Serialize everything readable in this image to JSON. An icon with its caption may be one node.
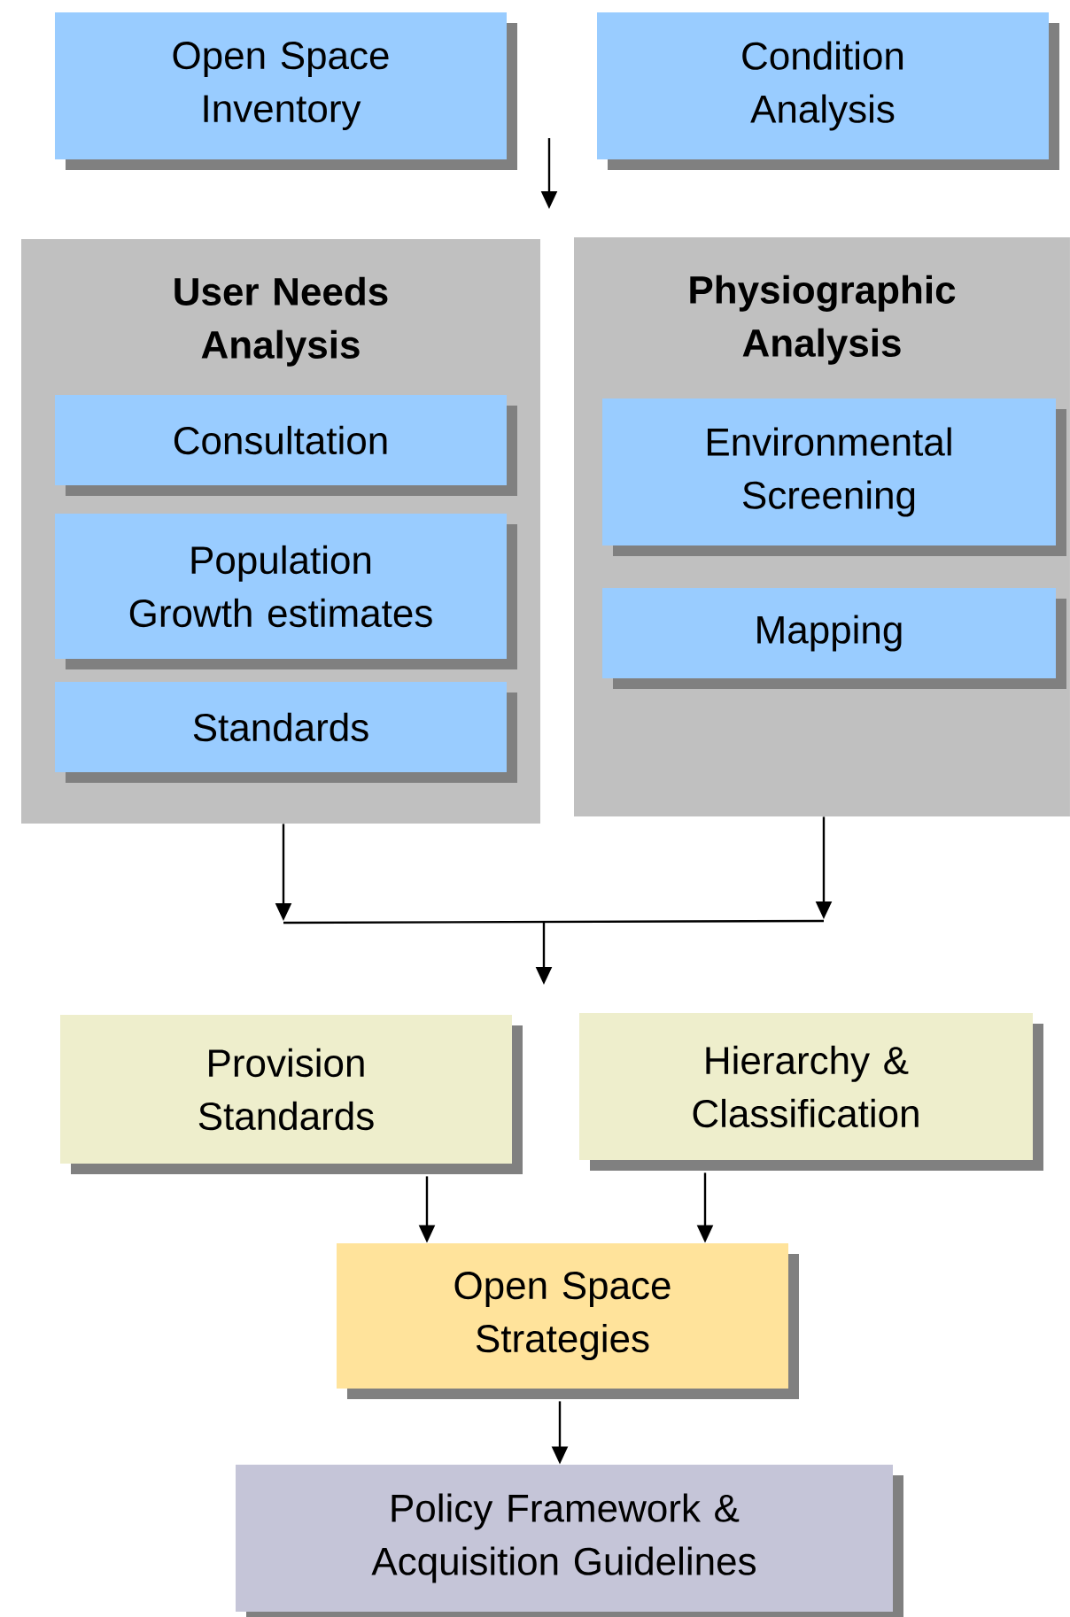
{
  "diagram": {
    "nodes": [
      {
        "text": [
          "Open Space Inventory"
        ]
      },
      {
        "text": [
          "Condition Analysis"
        ]
      },
      {
        "text": [
          "User Needs Analysis"
        ]
      },
      {
        "text": [
          "Consultation"
        ],
        "in": 2
      },
      {
        "text": [
          "Population Growth estimates"
        ],
        "in": 2
      },
      {
        "text": [
          "Standards"
        ],
        "in": 2
      },
      {
        "text": [
          "Physiographic Analysis"
        ]
      },
      {
        "text": [
          "Environmental Screening"
        ],
        "in": 6
      },
      {
        "text": [
          "Mapping"
        ],
        "in": 6
      },
      {
        "text": [
          "Provision Standards"
        ]
      },
      {
        "text": [
          "Hierarchy & Classification"
        ]
      },
      {
        "text": [
          "Open Space Strategies"
        ]
      },
      {
        "text": [
          "Policy Framework & Acquisition Guidelines"
        ]
      }
    ],
    "edges": [
      {
        "from": 2,
        "to": null,
        "arrow": "to"
      },
      {
        "from": 6,
        "to": null,
        "arrow": "to"
      },
      {
        "from": 9,
        "to": 11,
        "arrow": "to"
      },
      {
        "from": 10,
        "to": 11,
        "arrow": "to"
      },
      {
        "from": 11,
        "to": 12,
        "arrow": "to"
      }
    ]
  }
}
